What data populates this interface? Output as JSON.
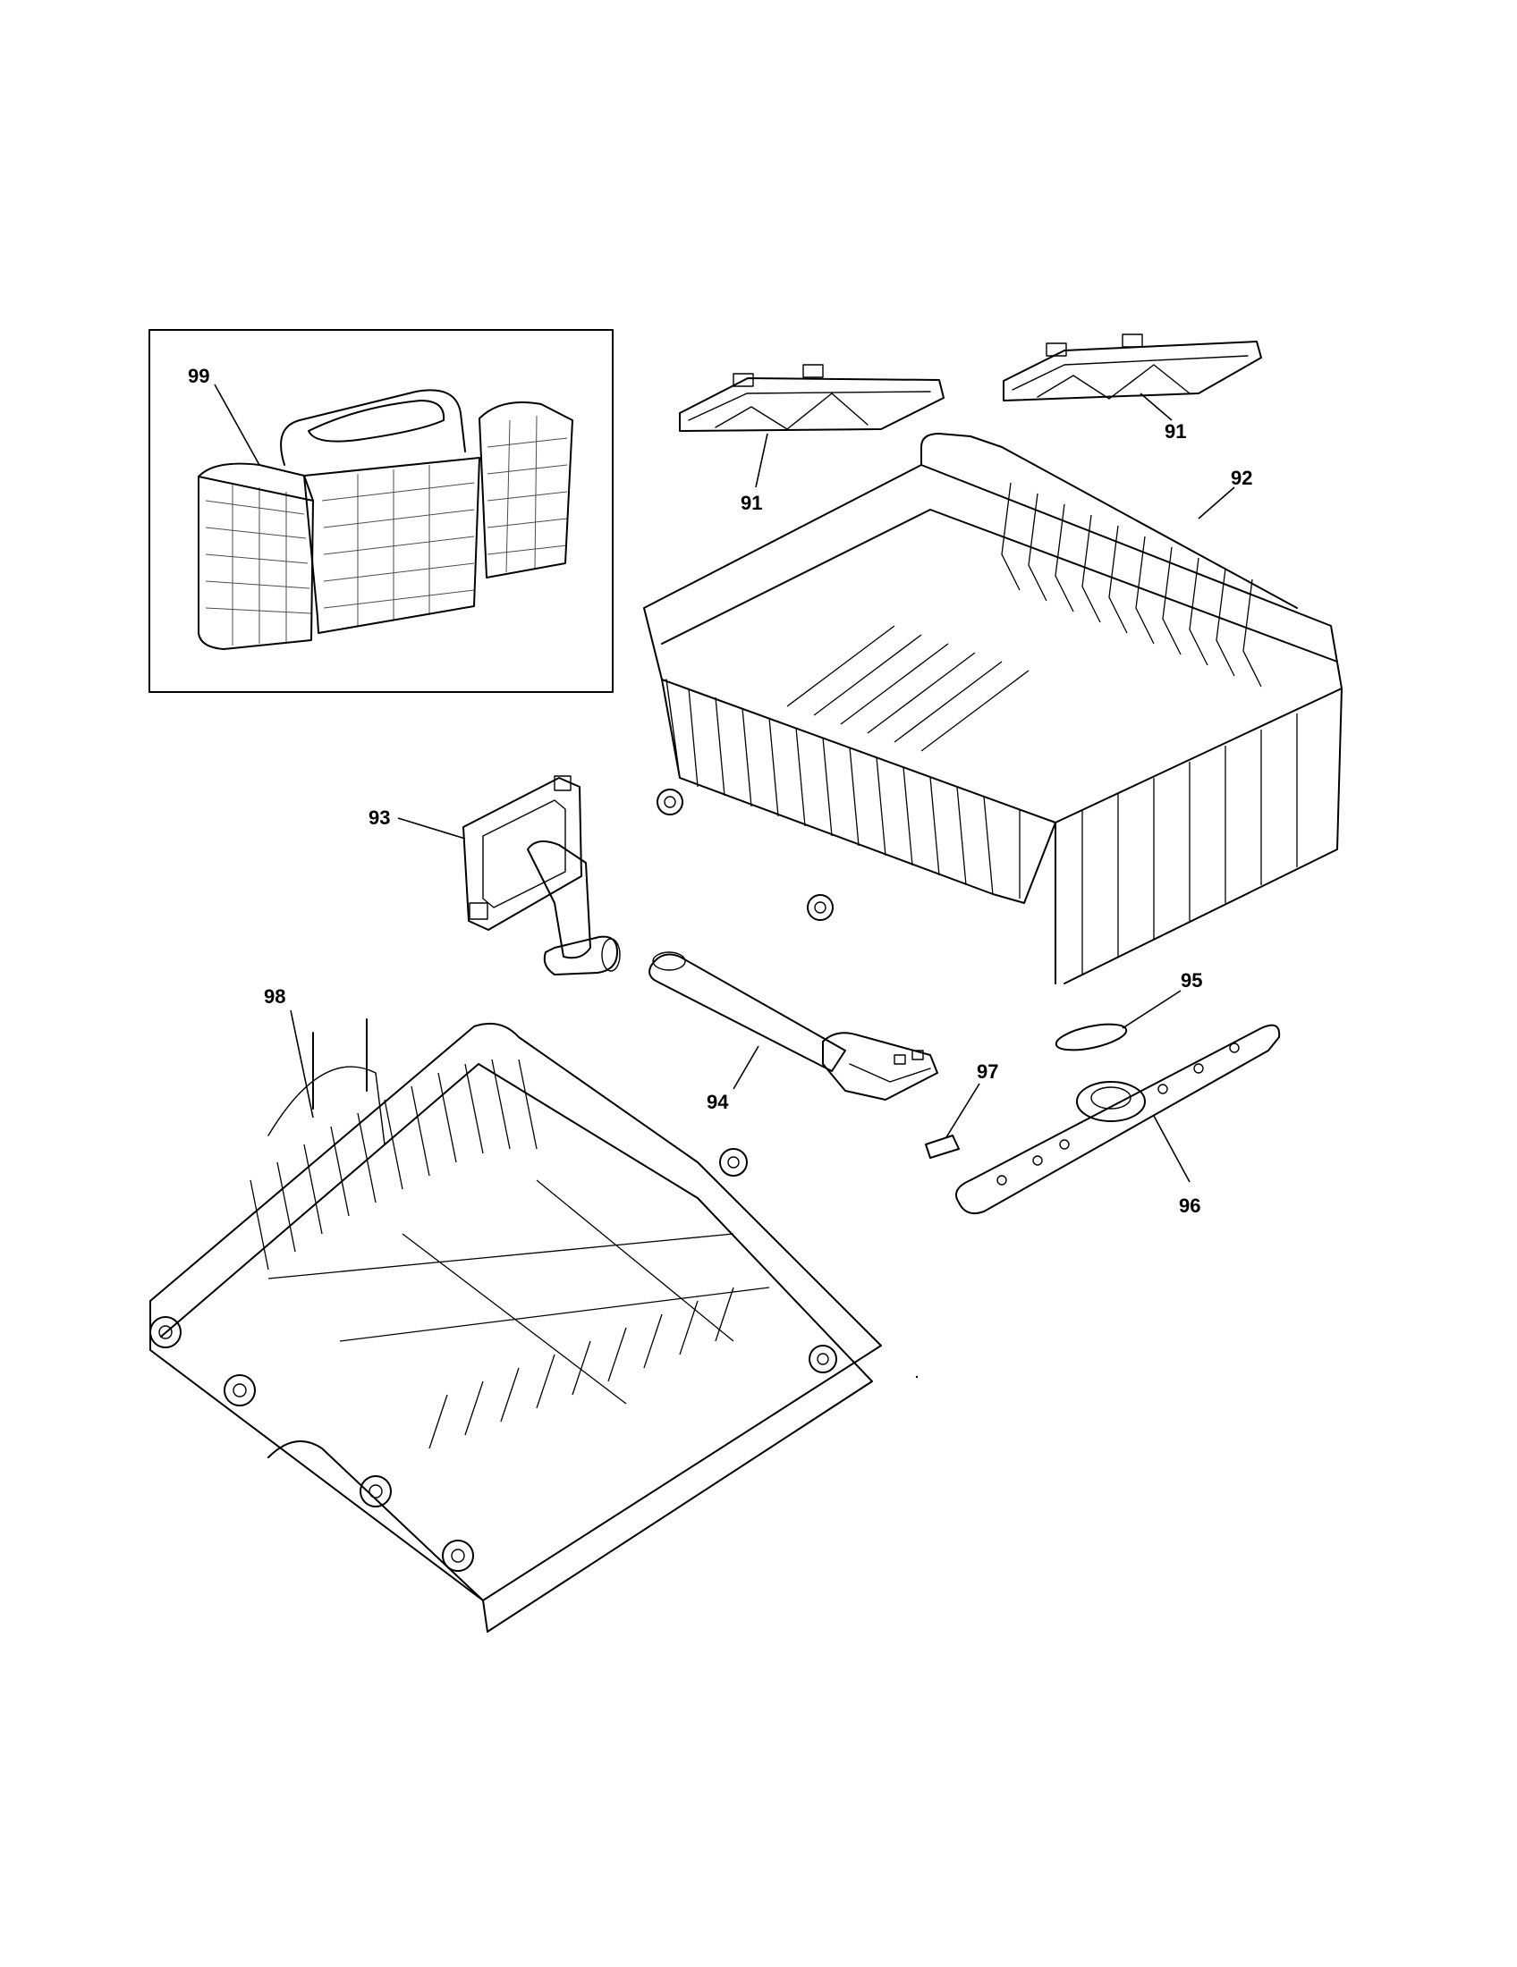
{
  "diagram": {
    "callouts": {
      "c91a": "91",
      "c91b": "91",
      "c92": "92",
      "c93": "93",
      "c94": "94",
      "c95": "95",
      "c96": "96",
      "c97": "97",
      "c98": "98",
      "c99": "99"
    }
  }
}
